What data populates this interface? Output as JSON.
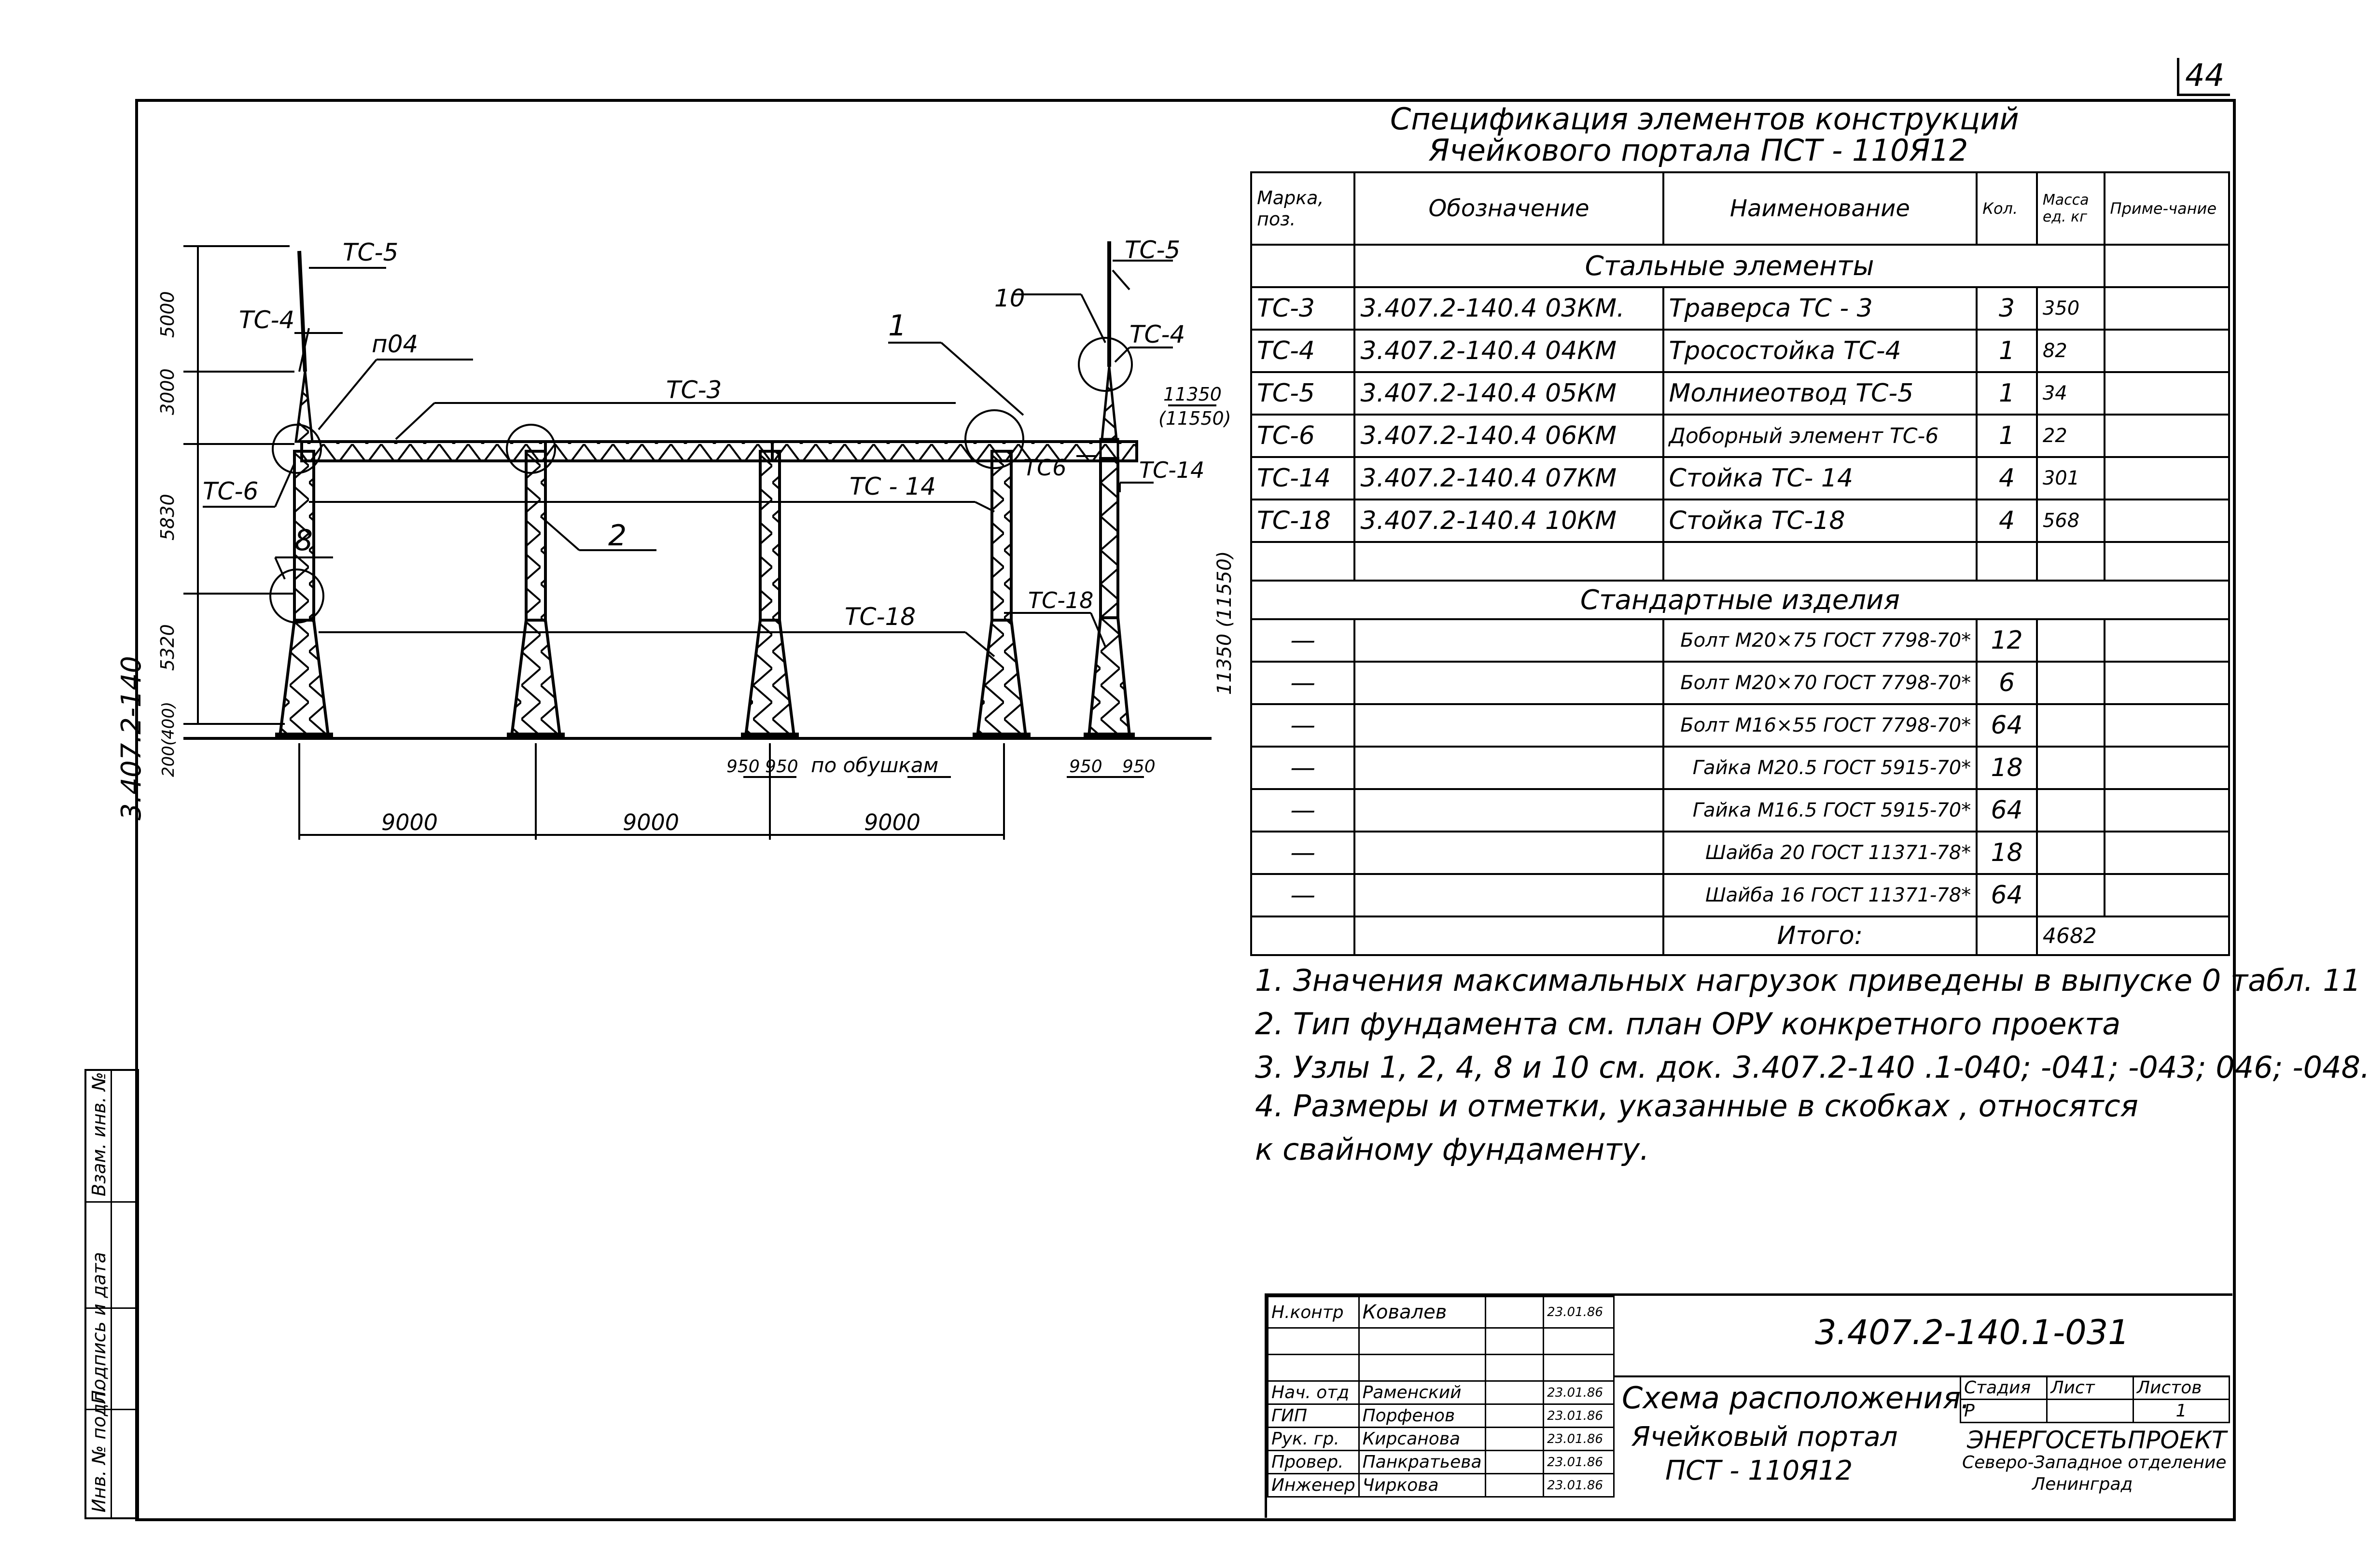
{
  "sheet_number": "44",
  "title": {
    "line1": "Спецификация  элементов конструкций",
    "line2": "Ячейкового  портала  ПСТ - 110Я12"
  },
  "drawing": {
    "labels": {
      "tc5_left": "ТС-5",
      "tc4_left": "ТС-4",
      "p04": "п04",
      "tc3": "ТС-3",
      "node1": "1",
      "tc6_left": "ТС-6",
      "node2": "2",
      "tc14_mid": "ТС - 14",
      "node8": "8",
      "tc18_mid": "ТС-18",
      "node10": "10",
      "tc5_right": "ТС-5",
      "tc4_right": "ТС-4",
      "tc6_right": "ТС6",
      "tc14_right": "ТС-14",
      "tc18_right": "ТС-18",
      "elev_top": "11350",
      "elev_top_pile": "(11550)",
      "elev_side": "11350 (11550)",
      "dim_5000": "5000",
      "dim_3000": "3000",
      "dim_5830": "5830",
      "dim_5320": "5320",
      "dim_200": "200(400)",
      "span1": "9000",
      "span2": "9000",
      "span3": "9000",
      "d950a": "950",
      "d950b": "950",
      "d950c": "950",
      "d950d": "950",
      "by_axes": "по обушкам",
      "side_code": "3.407.2-140"
    }
  },
  "spec": {
    "headers": {
      "mark": "Марка, поз.",
      "designation": "Обозначение",
      "name": "Наименование",
      "qty": "Кол.",
      "mass": "Масса ед. кг",
      "note": "Приме-чание"
    },
    "section_steel": "Стальные  элементы",
    "steel_rows": [
      {
        "mark": "ТС-3",
        "designation": "3.407.2-140.4  03КМ.",
        "name": "Траверса  ТС - 3",
        "qty": "3",
        "mass": "350"
      },
      {
        "mark": "ТС-4",
        "designation": "3.407.2-140.4  04КМ",
        "name": "Тросостойка  ТС-4",
        "qty": "1",
        "mass": "82"
      },
      {
        "mark": "ТС-5",
        "designation": "3.407.2-140.4  05КМ",
        "name": "Молниеотвод  ТС-5",
        "qty": "1",
        "mass": "34"
      },
      {
        "mark": "ТС-6",
        "designation": "3.407.2-140.4  06КМ",
        "name": "Доборный элемент ТС-6",
        "qty": "1",
        "mass": "22"
      },
      {
        "mark": "ТС-14",
        "designation": "3.407.2-140.4  07КМ",
        "name": "Стойка   ТС- 14",
        "qty": "4",
        "mass": "301"
      },
      {
        "mark": "ТС-18",
        "designation": "3.407.2-140.4  10КМ",
        "name": "Стойка  ТС-18",
        "qty": "4",
        "mass": "568"
      }
    ],
    "section_standard": "Стандартные  изделия",
    "standard_rows": [
      {
        "mark": "—",
        "name": "Болт М20×75 ГОСТ 7798-70*",
        "qty": "12"
      },
      {
        "mark": "—",
        "name": "Болт М20×70 ГОСТ 7798-70*",
        "qty": "6"
      },
      {
        "mark": "—",
        "name": "Болт М16×55 ГОСТ 7798-70*",
        "qty": "64"
      },
      {
        "mark": "—",
        "name": "Гайка М20.5 ГОСТ 5915-70*",
        "qty": "18"
      },
      {
        "mark": "—",
        "name": "Гайка М16.5 ГОСТ 5915-70*",
        "qty": "64"
      },
      {
        "mark": "—",
        "name": "Шайба 20 ГОСТ 11371-78*",
        "qty": "18"
      },
      {
        "mark": "—",
        "name": "Шайба 16 ГОСТ 11371-78*",
        "qty": "64"
      }
    ],
    "total_label": "Итого:",
    "total_value": "4682"
  },
  "notes": [
    "1.   Значения  максимальных  нагрузок  приведены  в  выпуске  0  табл. 11",
    "2.   Тип  фундамента  см.  план  ОРУ  конкретного  проекта",
    "3.   Узлы  1, 2, 4, 8  и  10  см. док. 3.407.2-140 .1-040; -041; -043; 046; -048.",
    "4.   Размеры  и  отметки,  указанные   в  скобках ,  относятся",
    "       к  свайному  фундаменту."
  ],
  "stamp": {
    "code": "3.407.2-140.1-031",
    "rows": [
      {
        "role": "Н.контр",
        "name": "Ковалев",
        "date": "23.01.86"
      },
      {
        "role": "Нач. отд",
        "name": "Раменский",
        "date": "23.01.86"
      },
      {
        "role": "ГИП",
        "name": "Порфенов",
        "date": "23.01.86"
      },
      {
        "role": "Рук. гр.",
        "name": "Кирсанова",
        "date": "23.01.86"
      },
      {
        "role": "Провер.",
        "name": "Панкратьева",
        "date": "23.01.86"
      },
      {
        "role": "Инженер",
        "name": "Чиркова",
        "date": "23.01.86"
      }
    ],
    "title_line1": "Схема  расположения.",
    "title_line2": "Ячейковый  портал",
    "title_line3": "ПСТ - 110Я12",
    "stage_label": "Стадия",
    "sheet_label": "Лист",
    "sheets_label": "Листов",
    "stage_value": "Р",
    "sheets_value": "1",
    "org_line1": "ЭНЕРГОСЕТЬПРОЕКТ",
    "org_line2": "Северо-Западное отделение",
    "org_line3": "Ленинград"
  },
  "side_stamp": {
    "inv_podl": "Инв. № подл.",
    "podpis": "Подпись и дата",
    "vzam": "Взам. инв. №"
  }
}
